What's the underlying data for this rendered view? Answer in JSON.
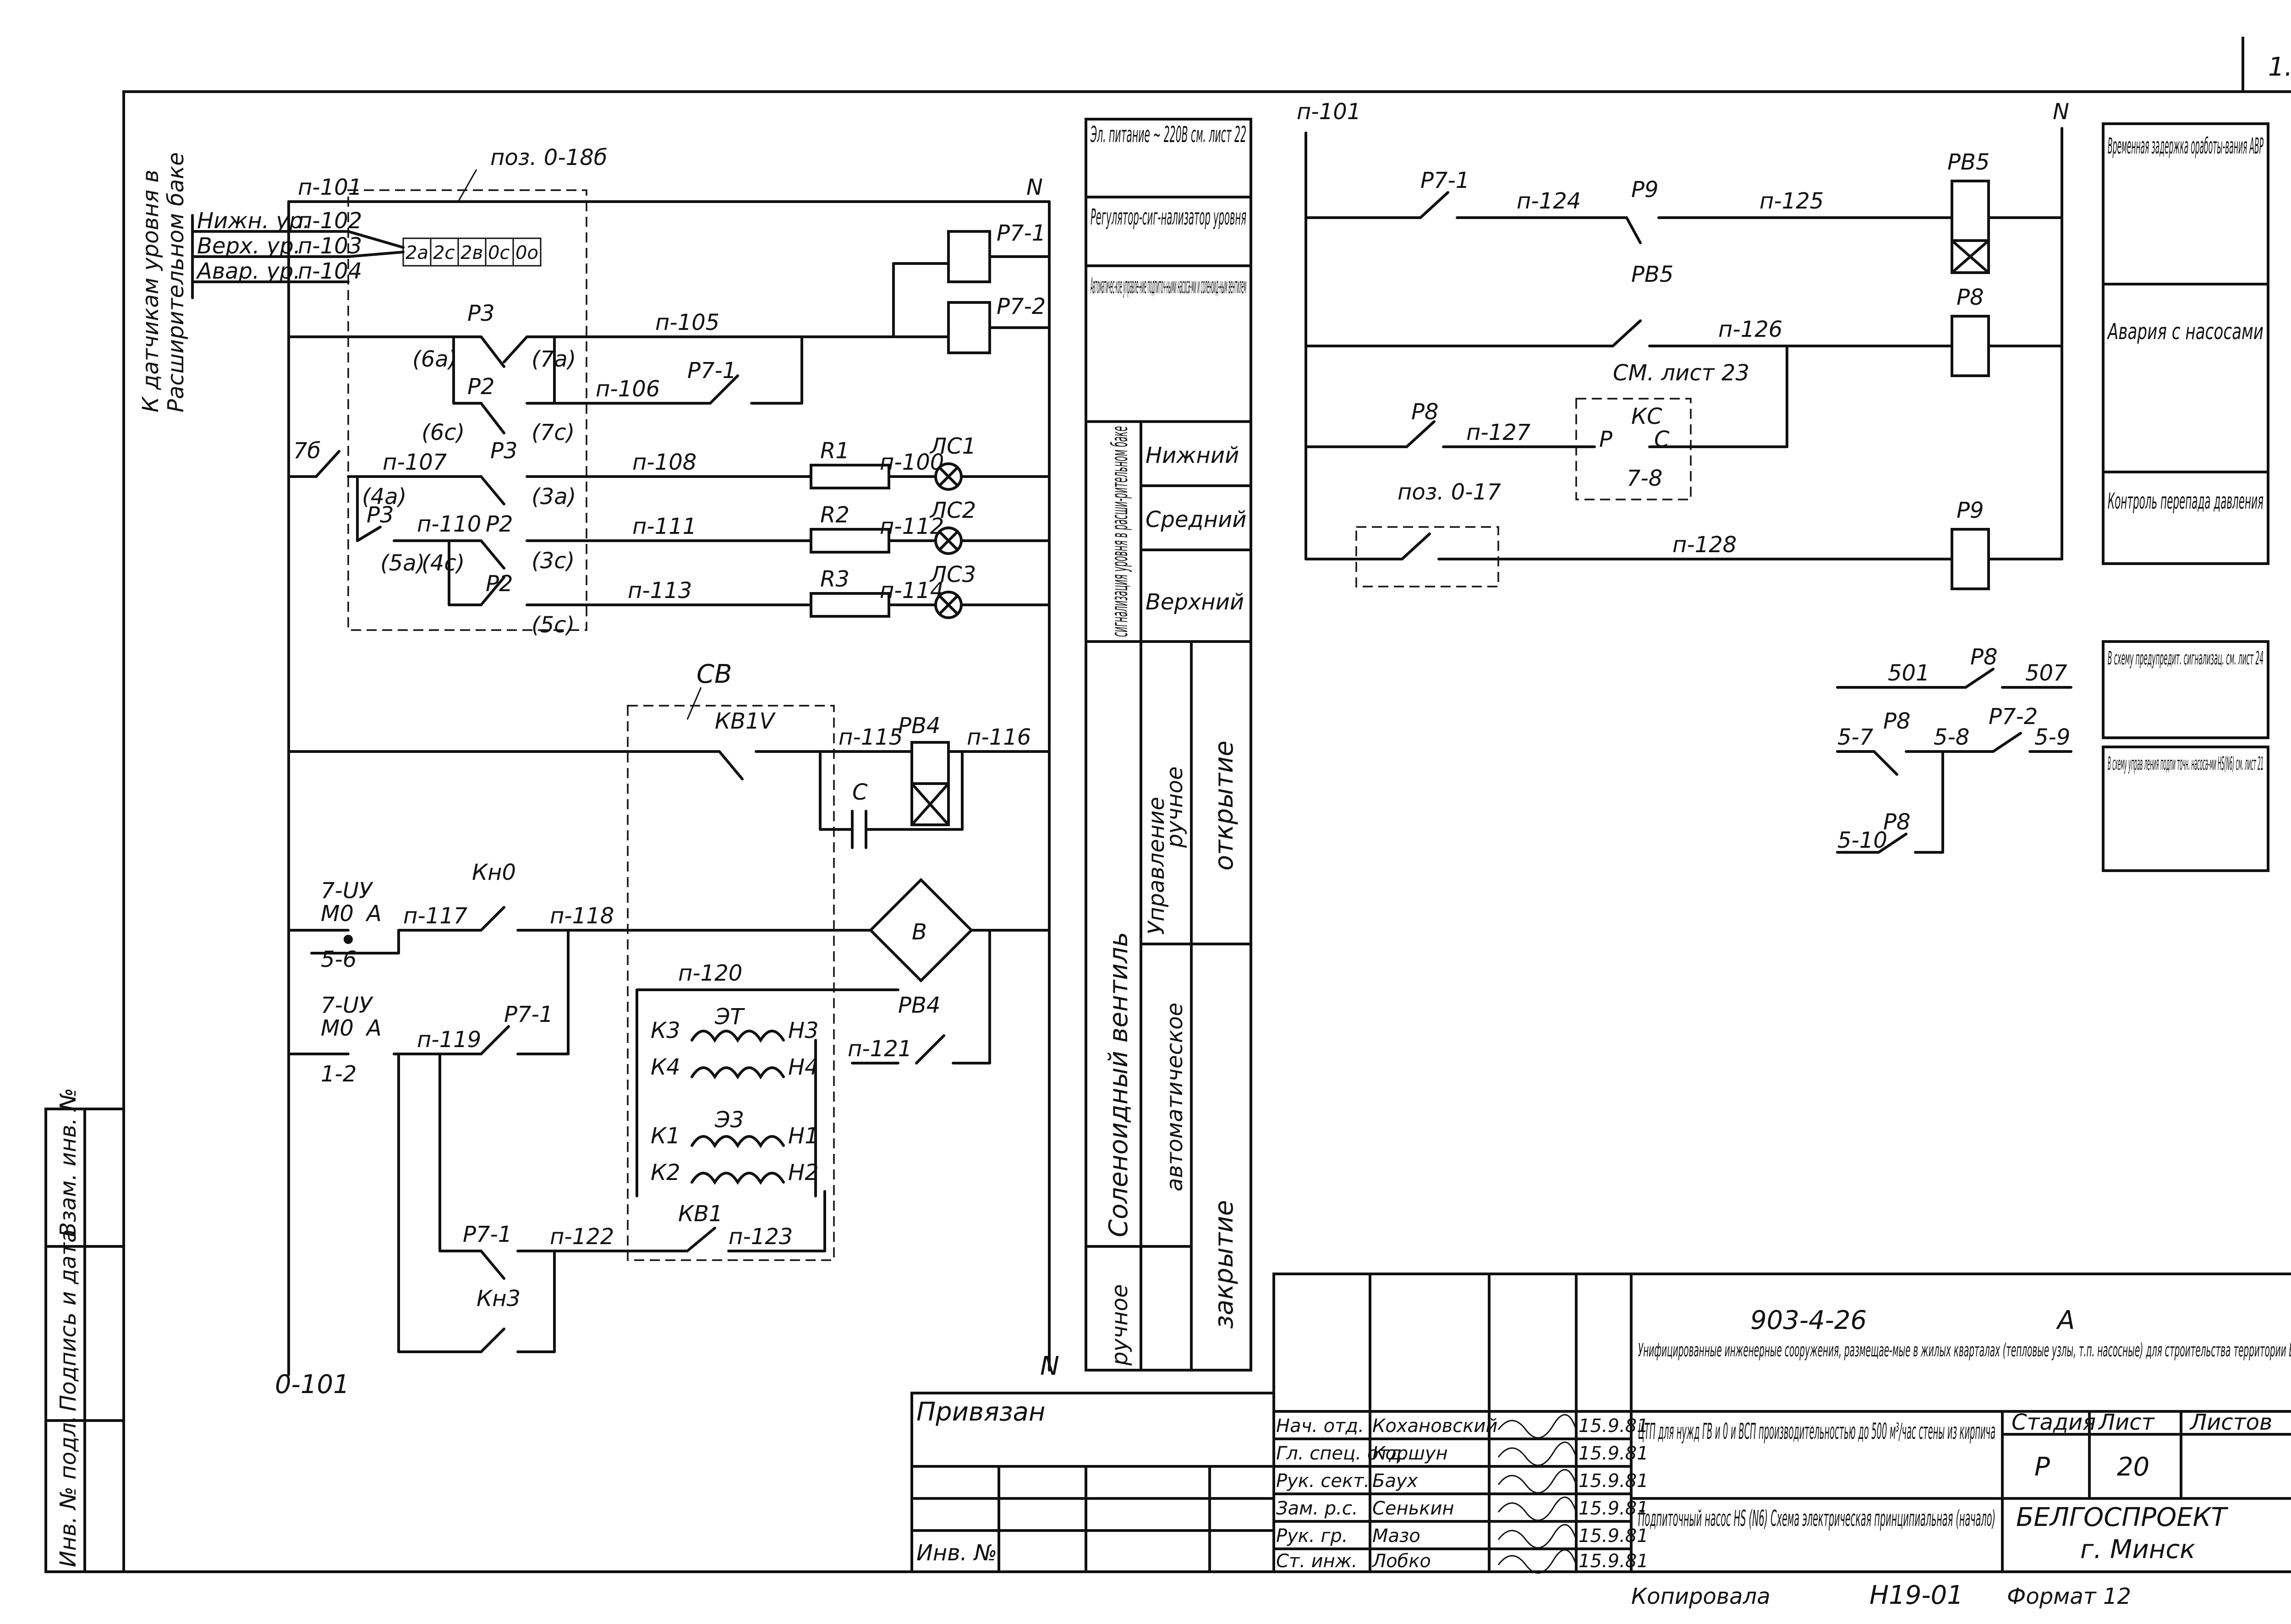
{
  "sheet_corner": "1.",
  "left_caption": [
    "К датчикам уровня в",
    "Расширительном баке"
  ],
  "top_left": {
    "pos_label": "поз. 0-18б",
    "supply_left": "п-101",
    "supply_right": "N",
    "sensor_levels": [
      "Нижн. ур.",
      "Верх. ур.",
      "Авар. ур."
    ],
    "sensor_wires": [
      "п-102",
      "п-103",
      "п-104"
    ],
    "terminals": [
      "2а",
      "2с",
      "2в",
      "0с",
      "0о"
    ],
    "relays": [
      "Р7-1",
      "Р7-2"
    ],
    "wires": [
      "п-105",
      "п-106",
      "п-107",
      "п-108",
      "п-110",
      "п-111",
      "п-113",
      "п-100",
      "п-112",
      "п-114"
    ],
    "contacts": [
      "Р3",
      "Р2",
      "Р3",
      "Р3",
      "Р2",
      "Р2",
      "Р7-1",
      "7б"
    ],
    "nodes": [
      "(6а)",
      "(7а)",
      "(6с)",
      "(7с)",
      "(4а)",
      "(3а)",
      "(5а)",
      "(4с)",
      "(3с)",
      "(5с)"
    ],
    "resistors": [
      "R1",
      "R2",
      "R3"
    ],
    "lamps": [
      "ЛС1",
      "ЛС2",
      "ЛС3"
    ]
  },
  "valve_circuit": {
    "cb_label": "СВ",
    "cb_contact": "КВ1V",
    "relay": "РВ4",
    "wires": [
      "п-115",
      "п-116",
      "п-117",
      "п-118",
      "п-119",
      "п-120",
      "п-121",
      "п-122",
      "п-123"
    ],
    "capacitor": "С",
    "bridge": "В",
    "switch1": [
      "7-UУ",
      "М0",
      "А",
      "5-6"
    ],
    "switch2": [
      "7-UУ",
      "М0",
      "А",
      "1-2"
    ],
    "buttons": [
      "Кн0",
      "Кн3"
    ],
    "contacts": [
      "Р7-1",
      "Р7-1",
      "РВ4",
      "КВ1"
    ],
    "coils": [
      "ЭТ",
      "Э3"
    ],
    "coil_terms": [
      "К3",
      "Н3",
      "К4",
      "Н4",
      "К1",
      "Н1",
      "К2",
      "Н2"
    ],
    "bottom_left": "0-101",
    "bottom_right": "N"
  },
  "mid_table": {
    "rows": [
      "Эл. питание ~ 220В см. лист 22",
      "Регулятор-сиг-нализатор уровня",
      "Автоматичес-кое управле-ние подпиточ-ными насоса-ми и соленоид-ным вентилем"
    ],
    "signal_group": "сигнализация уровня в расши-рительном баке",
    "signal_levels": [
      "Нижний",
      "Средний",
      "Верхний"
    ],
    "valve_group": "Соленоидный вентиль",
    "control_group": "Управление",
    "modes": [
      "ручное",
      "автоматическое",
      "ручное"
    ],
    "actions": [
      "открытие",
      "закрытие"
    ]
  },
  "right_circuit": {
    "supply_left": "п-101",
    "supply_right": "N",
    "wires": [
      "п-124",
      "п-125",
      "п-126",
      "п-127",
      "п-128"
    ],
    "contacts": [
      "Р7-1",
      "Р9",
      "РВ5",
      "Р8"
    ],
    "coils": [
      "РВ5",
      "Р8",
      "Р9"
    ],
    "sheet_ref": "СМ. лист 23",
    "kc": [
      "КС",
      "Р",
      "С",
      "7-8"
    ],
    "pos_label": "поз. 0-17",
    "aux": [
      "501",
      "Р8",
      "507",
      "5-7",
      "Р8",
      "5-8",
      "Р7-2",
      "5-9",
      "Р8",
      "5-10"
    ]
  },
  "right_table": [
    "Временная задержка оработы-вания АВР",
    "Авария с насосами",
    "Контроль перепада давления",
    "В схему предупредит. сигнализац. см. лист 24",
    "В схему управ ления подпи точн. насоса-ми НS(N6) см. лист 21"
  ],
  "left_strip": [
    "Инв. № подл.",
    "Подпись и дата",
    "Взам. инв. №"
  ],
  "title_block": {
    "doc_code": "903-4-26",
    "album": "А",
    "description": "Унифицированные инженерные сооружения, размещае-мые в жилых кварталах (тепловые узлы, т.п. насосные) для строительства территории БССР",
    "object": "ЦТП для нужд ГВ и 0 и ВСП производительностью до 500 м³/час стены из кирпича",
    "sheet_title": "Подпиточный насос НS (N6) Схема электрическая принципиальная (начало)",
    "stage_hdr": "Стадия",
    "sheet_hdr": "Лист",
    "sheets_hdr": "Листов",
    "stage": "Р",
    "sheet": "20",
    "org": "БЕЛГОСПРОЕКТ",
    "city": "г. Минск",
    "signers": [
      {
        "role": "Нач. отд.",
        "name": "Кохановский",
        "date": "15.9.81"
      },
      {
        "role": "Гл. спец. отд.",
        "name": "Коршун",
        "date": "15.9.81"
      },
      {
        "role": "Рук. сект.",
        "name": "Баух",
        "date": "15.9.81"
      },
      {
        "role": "Зам. р.с.",
        "name": "Сенькин",
        "date": "15.9.81"
      },
      {
        "role": "Рук. гр.",
        "name": "Мазо",
        "date": "15.9.81"
      },
      {
        "role": "Ст. инж.",
        "name": "Лобко",
        "date": "15.9.81"
      }
    ],
    "bound": "Привязан",
    "inv": "Инв. №",
    "copied": "Копировала",
    "copy_no": "Н19-01",
    "format": "Формат 12"
  }
}
